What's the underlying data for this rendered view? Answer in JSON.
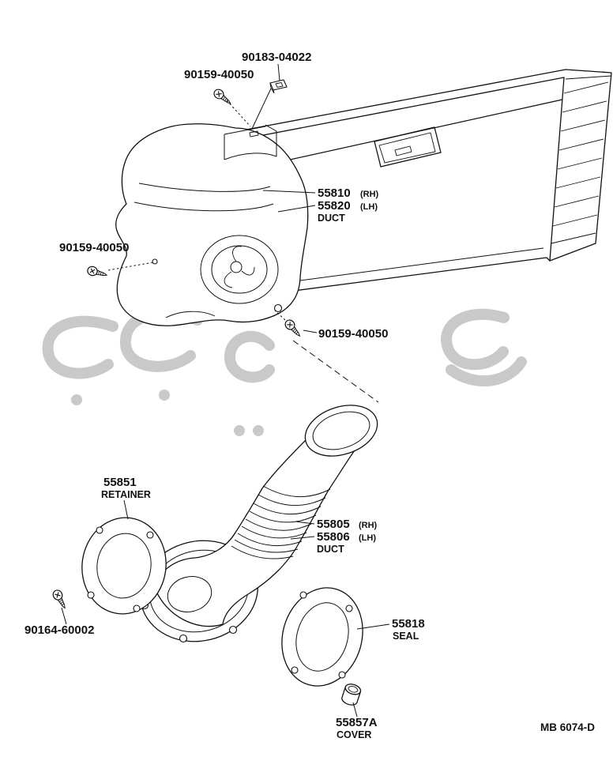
{
  "diagram": {
    "code": "MB 6074-D",
    "parts": {
      "clip_top": {
        "number": "90183-04022"
      },
      "screw_top": {
        "number": "90159-40050"
      },
      "screw_left": {
        "number": "90159-40050"
      },
      "screw_mid": {
        "number": "90159-40050"
      },
      "screw_retainer": {
        "number": "90164-60002"
      },
      "upper_duct": {
        "number_rh": "55810",
        "variant_rh": "(RH)",
        "number_lh": "55820",
        "variant_lh": "(LH)",
        "name": "DUCT"
      },
      "lower_duct": {
        "number_rh": "55805",
        "variant_rh": "(RH)",
        "number_lh": "55806",
        "variant_lh": "(LH)",
        "name": "DUCT"
      },
      "retainer": {
        "number": "55851",
        "name": "RETAINER"
      },
      "seal": {
        "number": "55818",
        "name": "SEAL"
      },
      "cover": {
        "number": "55857A",
        "name": "COVER"
      }
    }
  }
}
